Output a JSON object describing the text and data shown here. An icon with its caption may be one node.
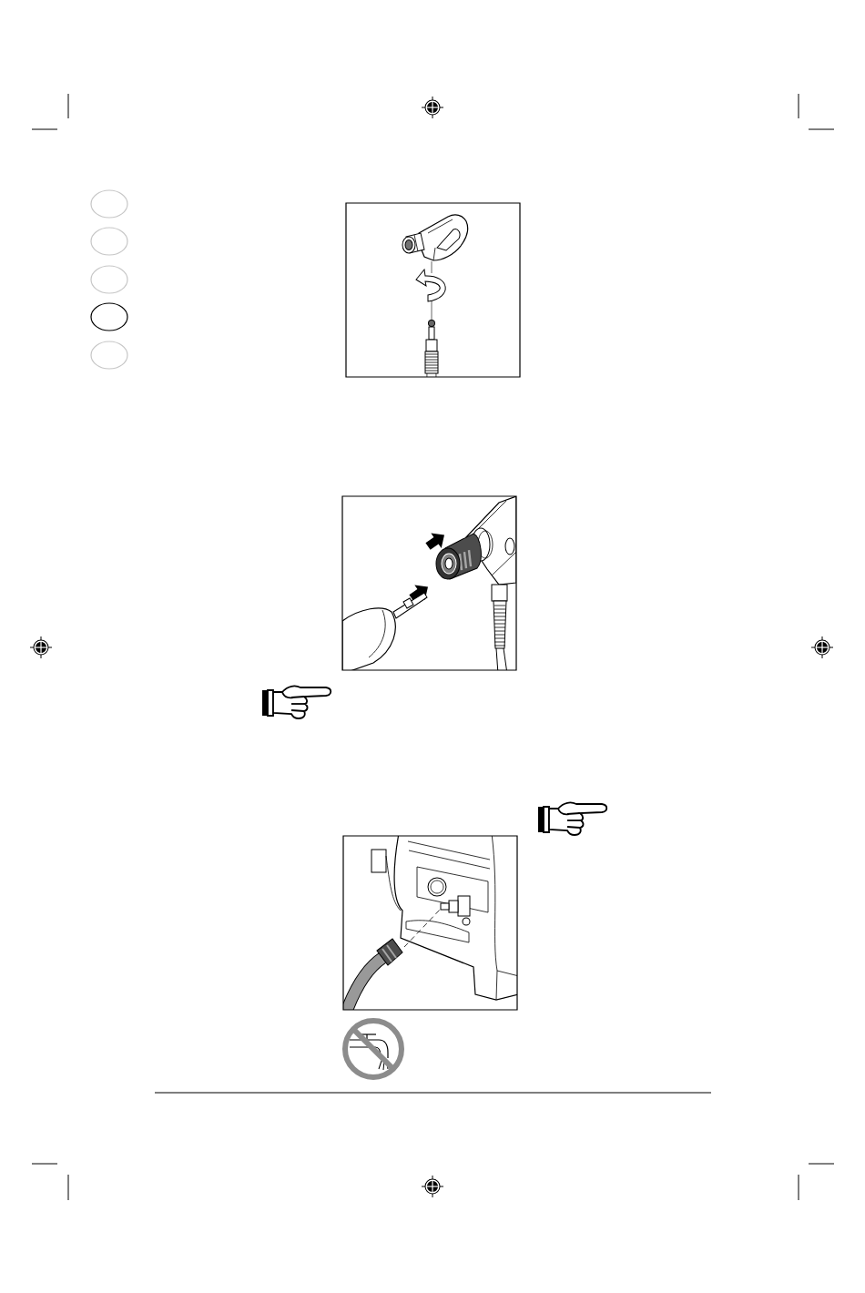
{
  "diagram": {
    "nodes": [
      {
        "text": [],
        "shape": "circle"
      },
      {
        "text": [],
        "shape": "circle"
      },
      {
        "text": [],
        "shape": "circle"
      },
      {
        "text": [],
        "shape": "circle"
      },
      {
        "text": [],
        "shape": "circle"
      },
      {
        "text": [],
        "shape": "picture"
      },
      {
        "text": [],
        "shape": "picture"
      },
      {
        "text": [],
        "shape": "picture"
      }
    ]
  }
}
